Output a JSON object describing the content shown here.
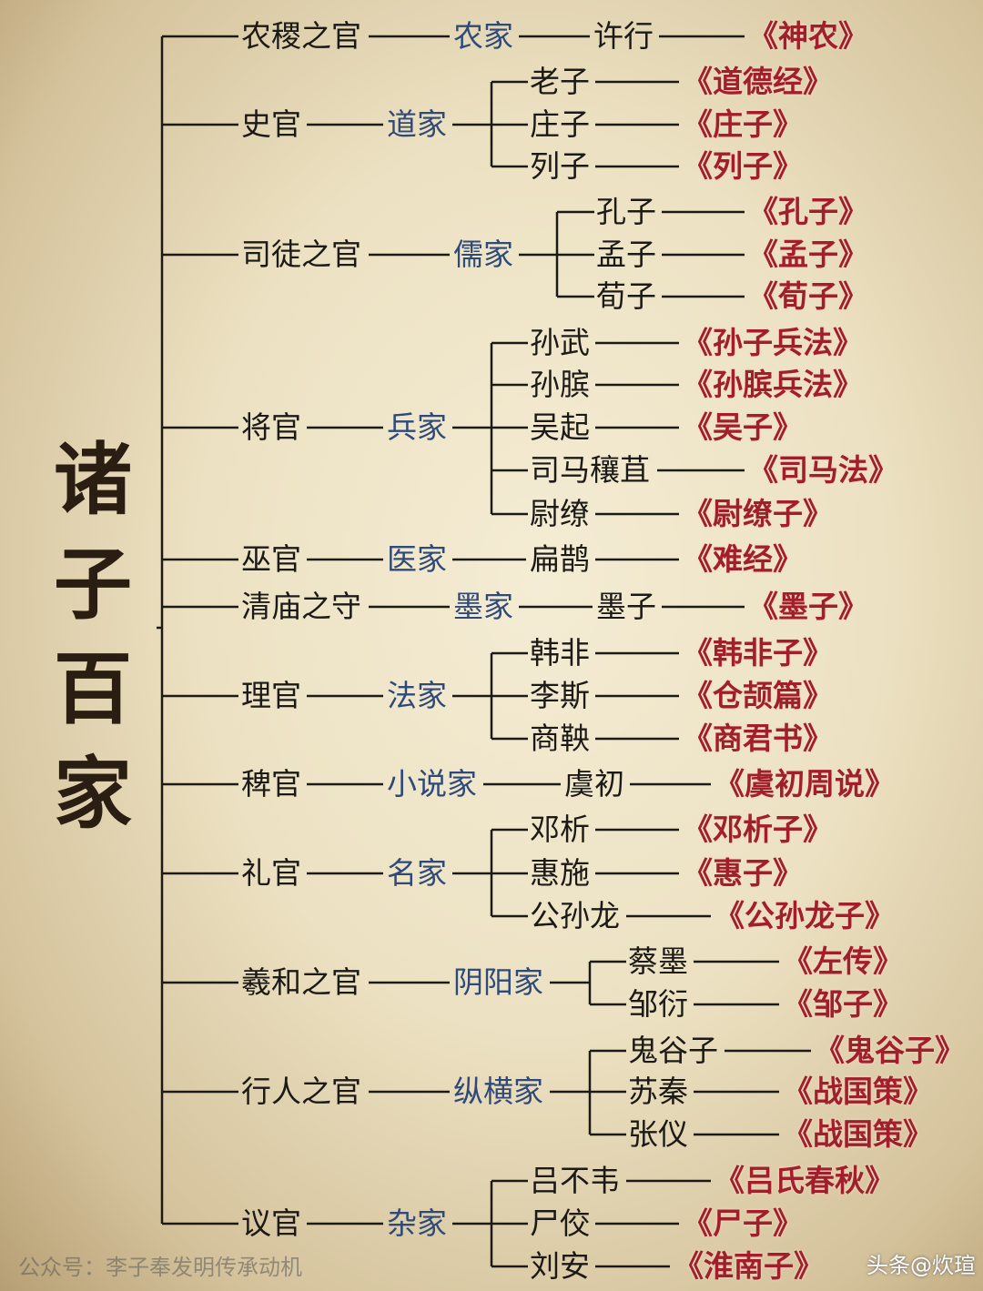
{
  "title": [
    "诸",
    "子",
    "百",
    "家"
  ],
  "schools": [
    {
      "official": "农稷之官",
      "school": "农家",
      "people": [
        {
          "name": "许行",
          "book": "《神农》"
        }
      ]
    },
    {
      "official": "史官",
      "school": "道家",
      "people": [
        {
          "name": "老子",
          "book": "《道德经》"
        },
        {
          "name": "庄子",
          "book": "《庄子》"
        },
        {
          "name": "列子",
          "book": "《列子》"
        }
      ]
    },
    {
      "official": "司徒之官",
      "school": "儒家",
      "people": [
        {
          "name": "孔子",
          "book": "《孔子》"
        },
        {
          "name": "孟子",
          "book": "《孟子》"
        },
        {
          "name": "荀子",
          "book": "《荀子》"
        }
      ]
    },
    {
      "official": "将官",
      "school": "兵家",
      "people": [
        {
          "name": "孙武",
          "book": "《孙子兵法》"
        },
        {
          "name": "孙膑",
          "book": "《孙膑兵法》"
        },
        {
          "name": "吴起",
          "book": "《吴子》"
        },
        {
          "name": "司马穰苴",
          "book": "《司马法》"
        },
        {
          "name": "尉缭",
          "book": "《尉缭子》"
        }
      ]
    },
    {
      "official": "巫官",
      "school": "医家",
      "people": [
        {
          "name": "扁鹊",
          "book": "《难经》"
        }
      ]
    },
    {
      "official": "清庙之守",
      "school": "墨家",
      "people": [
        {
          "name": "墨子",
          "book": "《墨子》"
        }
      ]
    },
    {
      "official": "理官",
      "school": "法家",
      "people": [
        {
          "name": "韩非",
          "book": "《韩非子》"
        },
        {
          "name": "李斯",
          "book": "《仓颉篇》"
        },
        {
          "name": "商鞅",
          "book": "《商君书》"
        }
      ]
    },
    {
      "official": "稗官",
      "school": "小说家",
      "people": [
        {
          "name": "虞初",
          "book": "《虞初周说》"
        }
      ]
    },
    {
      "official": "礼官",
      "school": "名家",
      "people": [
        {
          "name": "邓析",
          "book": "《邓析子》"
        },
        {
          "name": "惠施",
          "book": "《惠子》"
        },
        {
          "name": "公孙龙",
          "book": "《公孙龙子》"
        }
      ]
    },
    {
      "official": "羲和之官",
      "school": "阴阳家",
      "people": [
        {
          "name": "蔡墨",
          "book": "《左传》"
        },
        {
          "name": "邹衍",
          "book": "《邹子》"
        }
      ]
    },
    {
      "official": "行人之官",
      "school": "纵横家",
      "people": [
        {
          "name": "鬼谷子",
          "book": "《鬼谷子》"
        },
        {
          "name": "苏秦",
          "book": "《战国策》"
        },
        {
          "name": "张仪",
          "book": "《战国策》"
        }
      ]
    },
    {
      "official": "议官",
      "school": "杂家",
      "people": [
        {
          "name": "吕不韦",
          "book": "《吕氏春秋》"
        },
        {
          "name": "尸佼",
          "book": "《尸子》"
        },
        {
          "name": "刘安",
          "book": "《淮南子》"
        }
      ]
    }
  ],
  "watermark": {
    "wechat": "公众号：李子奉发明传承动机",
    "toutiao": "头条@炊瑄"
  },
  "colors": {
    "school": "#2f4a78",
    "book": "#a11f2a",
    "text": "#1c1a17"
  }
}
